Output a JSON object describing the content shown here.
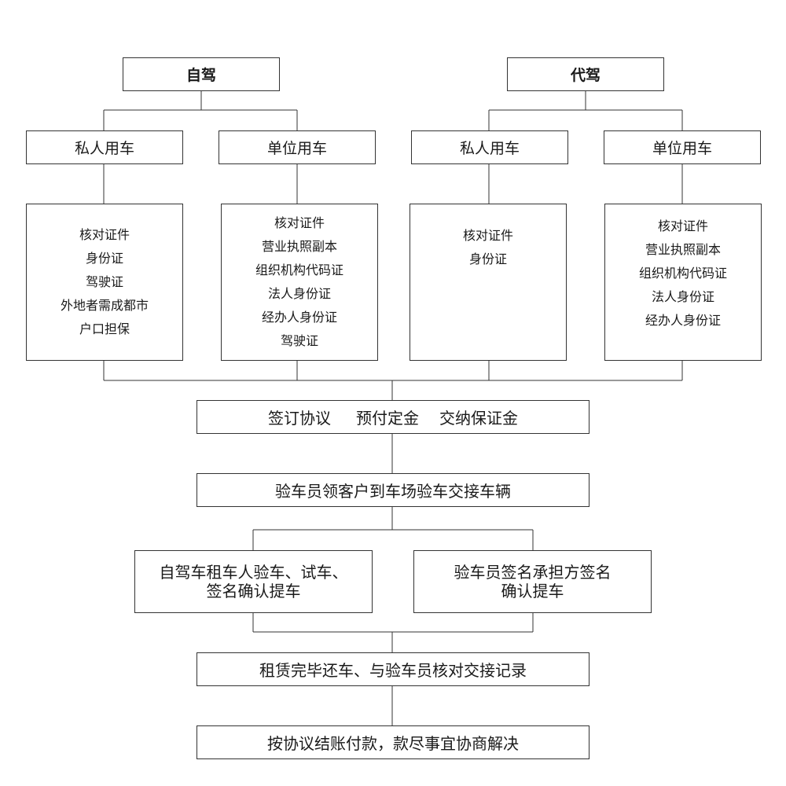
{
  "top": {
    "self_drive": "自驾",
    "chauffeur": "代驾"
  },
  "categories": {
    "self_private": "私人用车",
    "self_company": "单位用车",
    "chauffeur_private": "私人用车",
    "chauffeur_company": "单位用车"
  },
  "requirements": {
    "self_private": [
      "核对证件",
      "身份证",
      "驾驶证",
      "外地者需成都市",
      "户口担保"
    ],
    "self_company": [
      "核对证件",
      "营业执照副本",
      "组织机构代码证",
      "法人身份证",
      "经办人身份证",
      "驾驶证"
    ],
    "chauffeur_private": [
      "核对证件",
      "身份证"
    ],
    "chauffeur_company": [
      "核对证件",
      "营业执照副本",
      "组织机构代码证",
      "法人身份证",
      "经办人身份证"
    ]
  },
  "steps": {
    "agreement": [
      "签订协议",
      "预付定金",
      "交纳保证金"
    ],
    "inspection": "验车员领客户到车场验车交接车辆",
    "self_pickup": [
      "自驾车租车人验车、试车、",
      "签名确认提车"
    ],
    "chauffeur_pickup": [
      "验车员签名承担方签名",
      "确认提车"
    ],
    "return": "租赁完毕还车、与验车员核对交接记录",
    "settlement": "按协议结账付款，款尽事宜协商解决"
  }
}
